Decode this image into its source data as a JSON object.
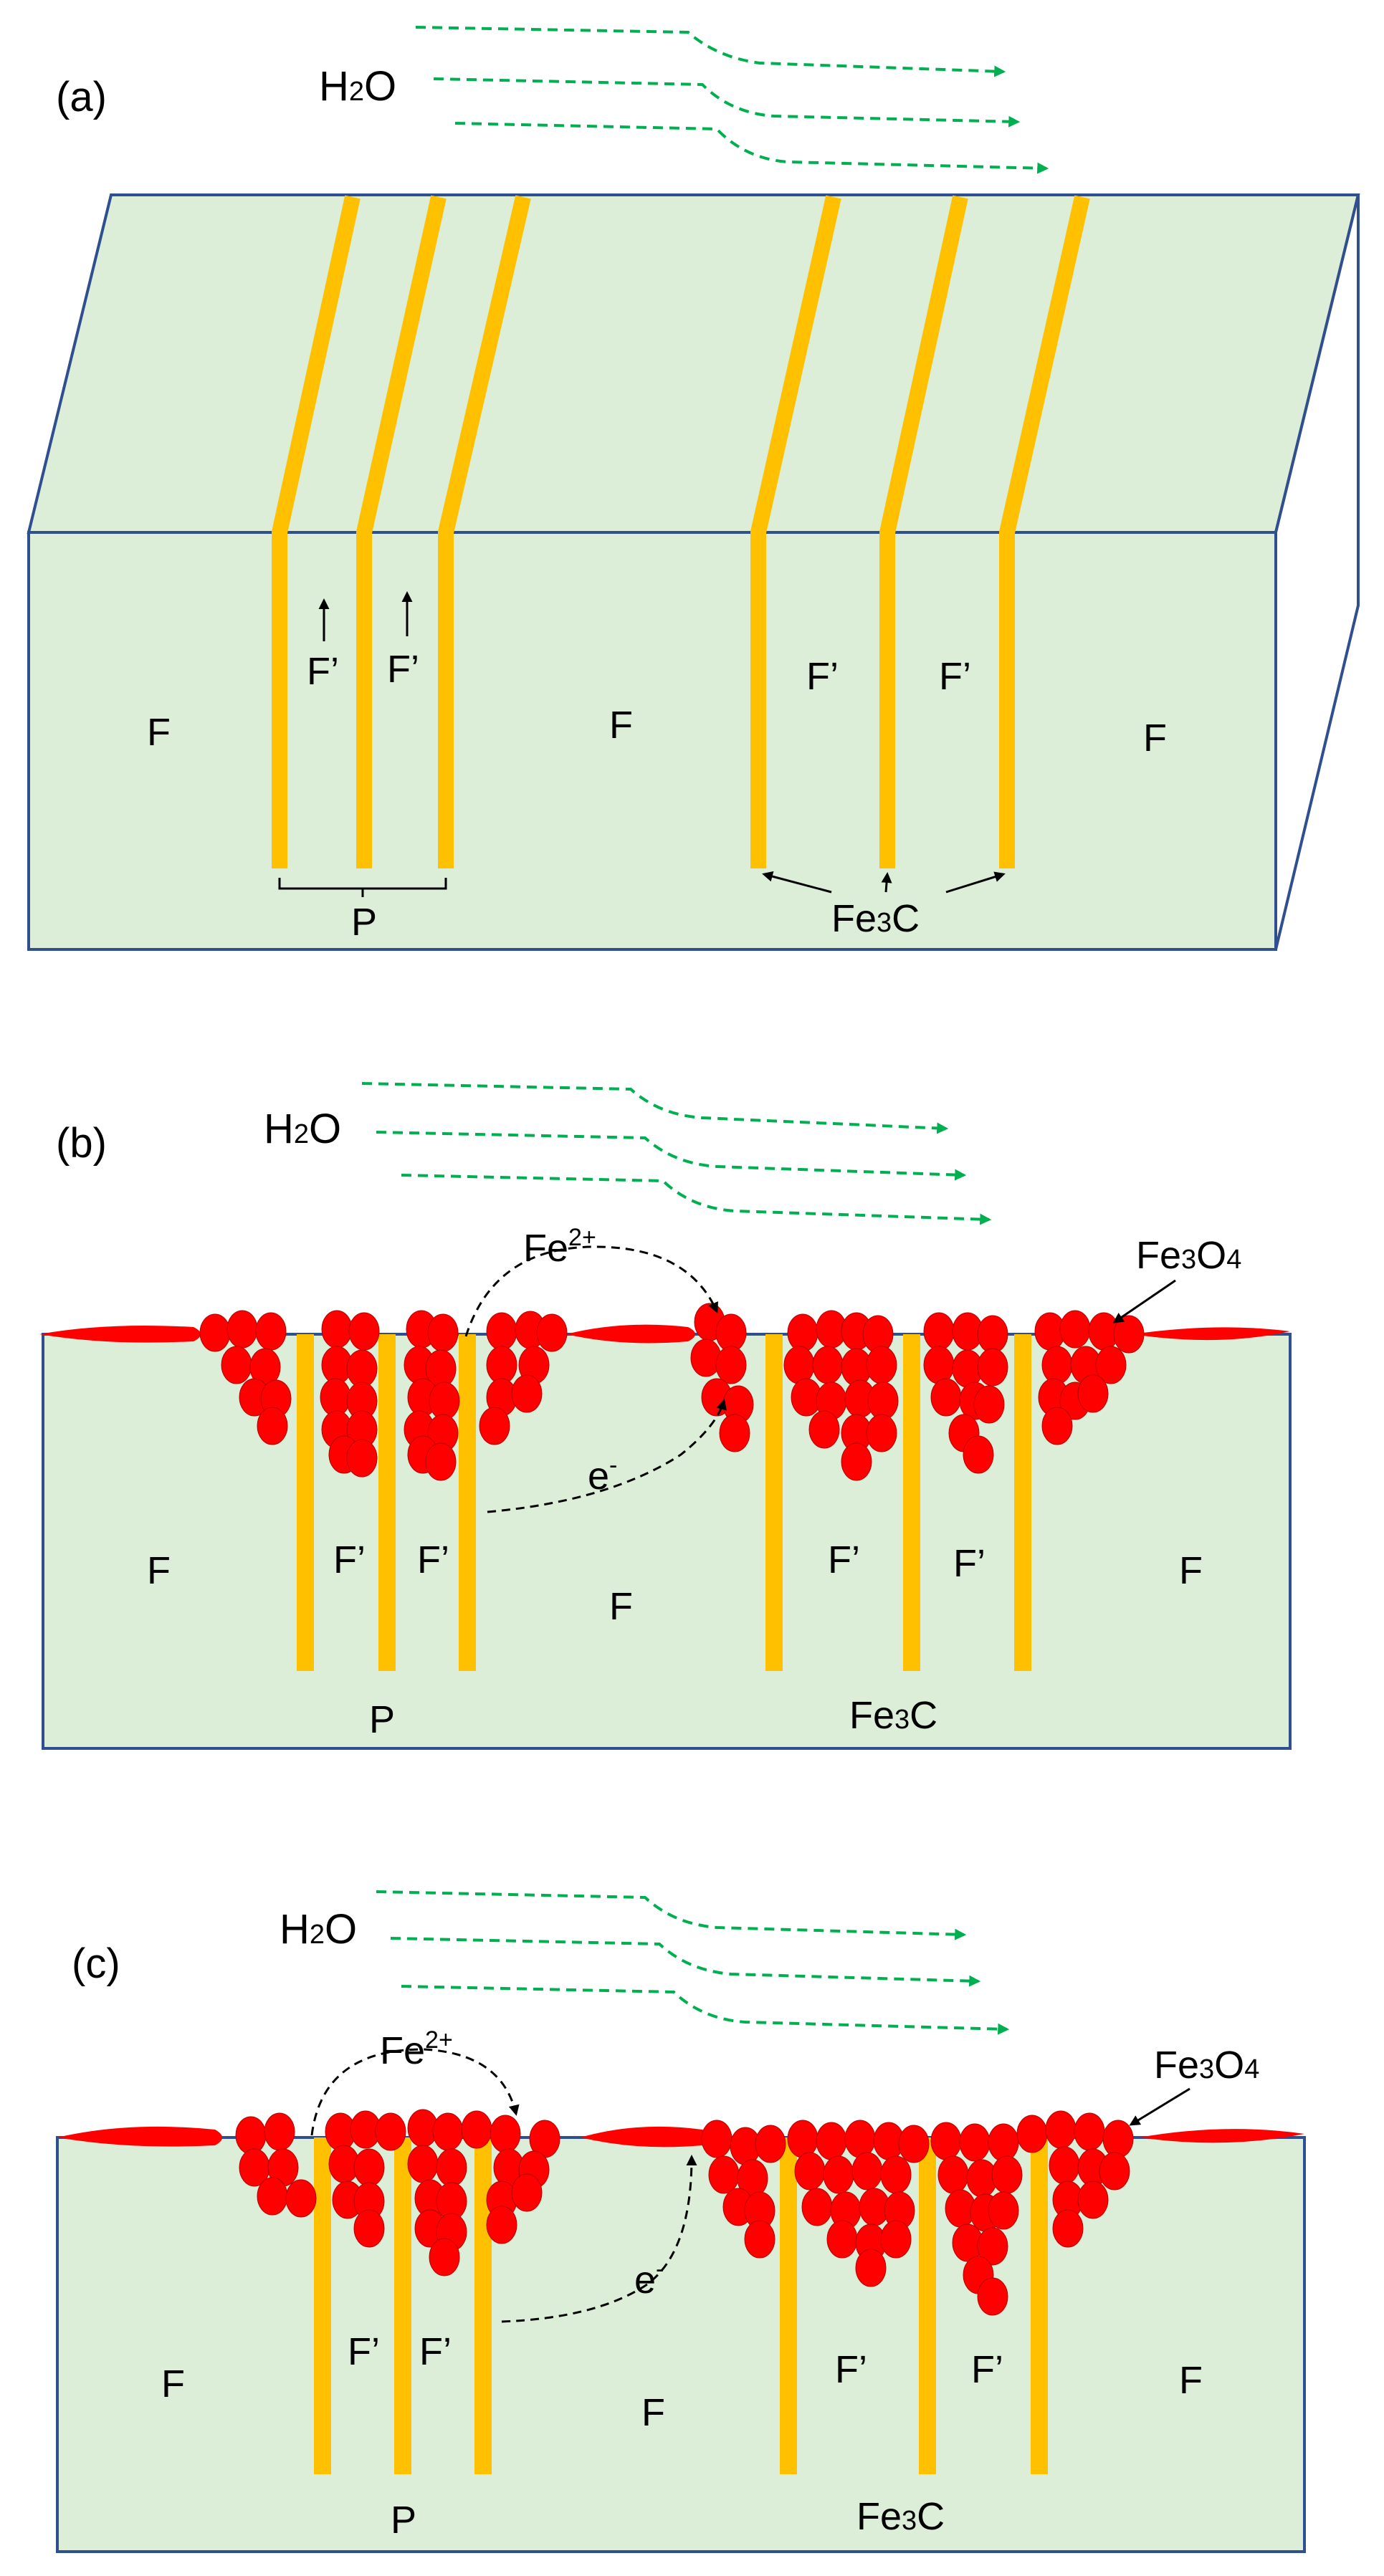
{
  "panels": [
    {
      "id": "a",
      "tag": "(a)",
      "water": {
        "main": "H",
        "sub": "2",
        "tail": "O"
      },
      "labels": {
        "ferrite": "F",
        "ferrite_prime": "F’",
        "pearlite": "P",
        "cementite": {
          "main": "Fe",
          "sub": "3",
          "tail": "C"
        }
      }
    },
    {
      "id": "b",
      "tag": "(b)",
      "water": {
        "main": "H",
        "sub": "2",
        "tail": "O"
      },
      "labels": {
        "ferrite": "F",
        "ferrite_prime": "F’",
        "pearlite": "P",
        "cementite": {
          "main": "Fe",
          "sub": "3",
          "tail": "C"
        },
        "iron_ion": {
          "main": "Fe",
          "sup": "2+"
        },
        "electron": {
          "main": "e",
          "sup": "-"
        },
        "magnetite": {
          "main": "Fe",
          "sub1": "3",
          "mid": "O",
          "sub2": "4"
        }
      }
    },
    {
      "id": "c",
      "tag": "(c)",
      "water": {
        "main": "H",
        "sub": "2",
        "tail": "O"
      },
      "labels": {
        "ferrite": "F",
        "ferrite_prime": "F’",
        "pearlite": "P",
        "cementite": {
          "main": "Fe",
          "sub": "3",
          "tail": "C"
        },
        "iron_ion": {
          "main": "Fe",
          "sup": "2+"
        },
        "electron": {
          "main": "e",
          "sup": "-"
        },
        "magnetite": {
          "main": "Fe",
          "sub1": "3",
          "mid": "O",
          "sub2": "4"
        }
      }
    }
  ],
  "colors": {
    "matrix": "#dcedd8",
    "matrix_border": "#2f4f8f",
    "cementite": "#ffc000",
    "rust": "#ff0000",
    "water_flow": "#00b050",
    "arrows": "#000000"
  }
}
